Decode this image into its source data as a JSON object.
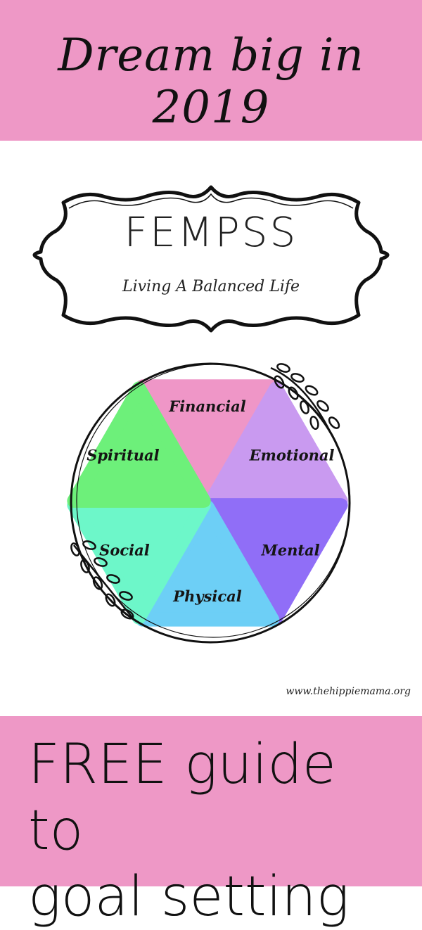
{
  "header": {
    "title": "Dream big in 2019",
    "background": "#ee98c6"
  },
  "badge": {
    "title": "FEMPSS",
    "tagline": "Living A Balanced Life"
  },
  "wheel": {
    "segments": [
      {
        "label": "Financial",
        "color": "#ef96c7"
      },
      {
        "label": "Emotional",
        "color": "#c99af0"
      },
      {
        "label": "Mental",
        "color": "#906ef7"
      },
      {
        "label": "Physical",
        "color": "#6dcff6"
      },
      {
        "label": "Social",
        "color": "#6df7c9"
      },
      {
        "label": "Spiritual",
        "color": "#6df07a"
      }
    ]
  },
  "credit": "www.thehippiemama.org",
  "footer": {
    "line1": "FREE guide to",
    "line2": "goal setting",
    "background": "#ee98c6"
  }
}
